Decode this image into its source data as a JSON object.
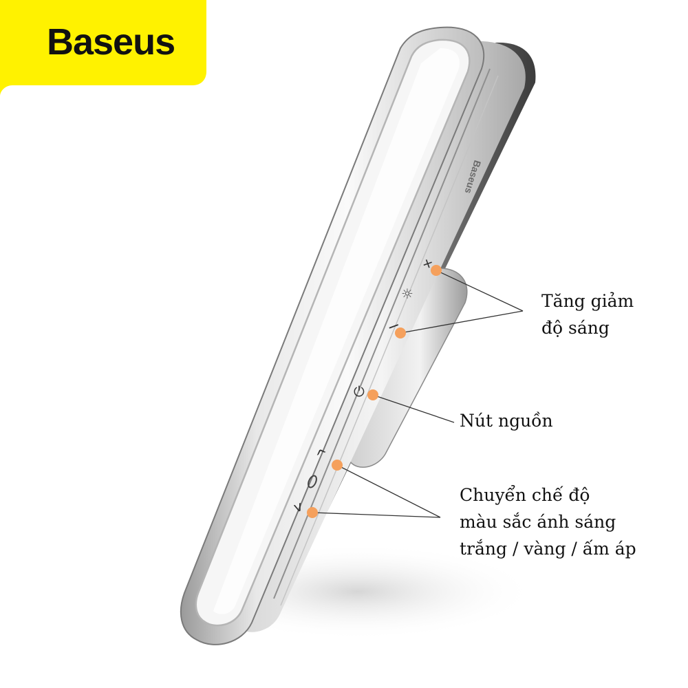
{
  "brand": {
    "name": "Baseus",
    "badge_color": "#FFF200"
  },
  "device": {
    "engraving": "Baseus",
    "buttons": [
      {
        "symbol": "+",
        "function": "brightness-up"
      },
      {
        "symbol": "☼",
        "function": "brightness-indicator"
      },
      {
        "symbol": "−",
        "function": "brightness-down"
      },
      {
        "symbol": "⏻",
        "function": "power"
      },
      {
        "symbol": "^",
        "function": "mode-up"
      },
      {
        "symbol": "◯",
        "function": "mode-indicator"
      },
      {
        "symbol": "v",
        "function": "mode-down"
      }
    ],
    "marker_color": "#F5A05C"
  },
  "callouts": {
    "brightness": {
      "line1": "Tăng giảm",
      "line2": "độ sáng"
    },
    "power": {
      "line1": "Nút nguồn"
    },
    "color_mode": {
      "line1": "Chuyển chế độ",
      "line2": "màu sắc ánh sáng",
      "line3": "trắng / vàng / ấm áp"
    }
  }
}
